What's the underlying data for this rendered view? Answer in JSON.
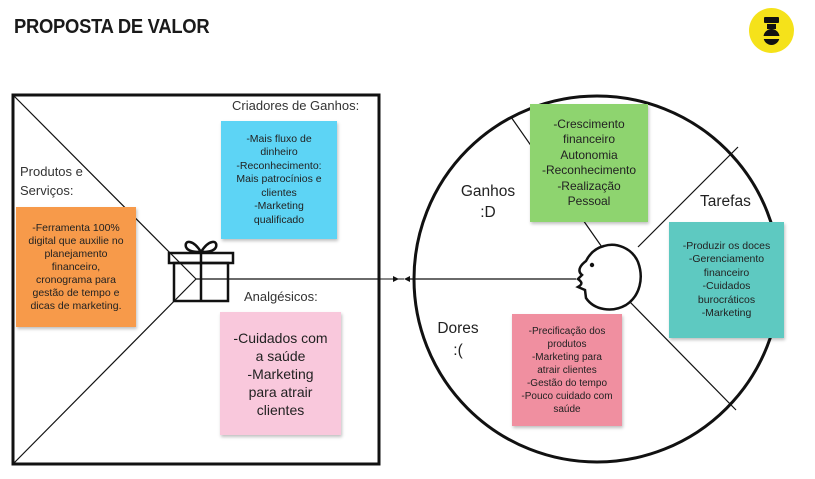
{
  "title": "PROPOSTA DE VALOR",
  "logo_icon": "brand-mascot-icon",
  "colors": {
    "orange": "#f79a4a",
    "blue": "#5dd4f5",
    "pink": "#f9c8dc",
    "green": "#8ed46f",
    "red": "#f08fa0",
    "teal": "#5ec9c1",
    "yellow": "#f5e21a"
  },
  "product_map": {
    "produtos_label": "Produtos e\nServiços:",
    "criadores_label": "Criadores de Ganhos:",
    "analgesicos_label": "Analgésicos:",
    "produtos_note": "-Ferramenta 100%\ndigital que auxilie no\nplanejamento\nfinanceiro,\ncronograma para\ngestão de tempo e\ndicas de marketing.",
    "criadores_note": "-Mais fluxo de\ndinheiro\n-Reconhecimento:\nMais patrocínios e\nclientes\n-Marketing\nqualificado",
    "analgesicos_note": "-Cuidados com\na saúde\n-Marketing\npara atrair\nclientes",
    "gift_icon": "gift-icon"
  },
  "customer_profile": {
    "ganhos_label": "Ganhos\n:D",
    "tarefas_label": "Tarefas",
    "dores_label": "Dores\n:(",
    "ganhos_note": "-Crescimento\nfinanceiro\nAutonomia\n-Reconhecimento\n-Realização\nPessoal",
    "tarefas_note": "-Produzir os doces\n-Gerenciamento\nfinanceiro\n-Cuidados\nburocráticos\n-Marketing",
    "dores_note": "-Precificação dos\nprodutos\n-Marketing para\natrair clientes\n-Gestão do tempo\n-Pouco cuidado com\nsaúde",
    "face_icon": "customer-face-icon"
  },
  "connector_icon": "double-arrow-icon"
}
